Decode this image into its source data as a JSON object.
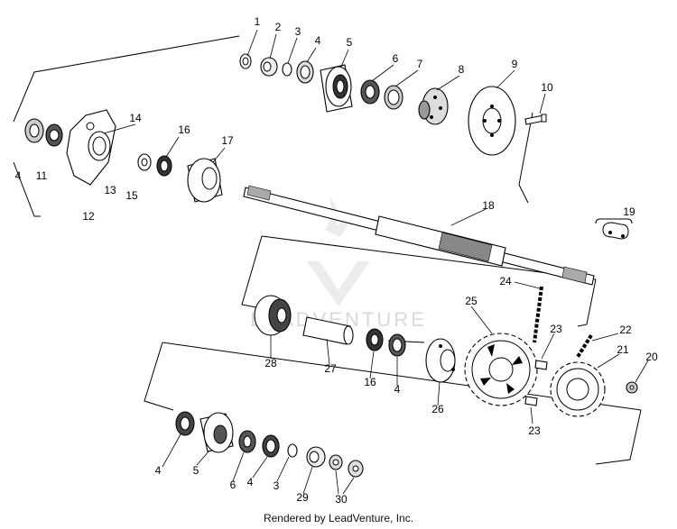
{
  "watermark": "LEADVENTURE",
  "credit": "Rendered by LeadVenture, Inc.",
  "callouts": [
    {
      "id": "c1",
      "label": "1"
    },
    {
      "id": "c2",
      "label": "2"
    },
    {
      "id": "c3",
      "label": "3"
    },
    {
      "id": "c4",
      "label": "4"
    },
    {
      "id": "c5",
      "label": "5"
    },
    {
      "id": "c6",
      "label": "6"
    },
    {
      "id": "c7",
      "label": "7"
    },
    {
      "id": "c8",
      "label": "8"
    },
    {
      "id": "c9",
      "label": "9"
    },
    {
      "id": "c10",
      "label": "10"
    },
    {
      "id": "c4b",
      "label": "4"
    },
    {
      "id": "c11",
      "label": "11"
    },
    {
      "id": "c12",
      "label": "12"
    },
    {
      "id": "c13",
      "label": "13"
    },
    {
      "id": "c14",
      "label": "14"
    },
    {
      "id": "c15",
      "label": "15"
    },
    {
      "id": "c16",
      "label": "16"
    },
    {
      "id": "c17",
      "label": "17"
    },
    {
      "id": "c18",
      "label": "18"
    },
    {
      "id": "c19",
      "label": "19"
    },
    {
      "id": "c24",
      "label": "24"
    },
    {
      "id": "c25",
      "label": "25"
    },
    {
      "id": "c22",
      "label": "22"
    },
    {
      "id": "c23a",
      "label": "23"
    },
    {
      "id": "c21",
      "label": "21"
    },
    {
      "id": "c20",
      "label": "20"
    },
    {
      "id": "c28",
      "label": "28"
    },
    {
      "id": "c27",
      "label": "27"
    },
    {
      "id": "c16b",
      "label": "16"
    },
    {
      "id": "c4c",
      "label": "4"
    },
    {
      "id": "c26",
      "label": "26"
    },
    {
      "id": "c23b",
      "label": "23"
    },
    {
      "id": "c4d",
      "label": "4"
    },
    {
      "id": "c5b",
      "label": "5"
    },
    {
      "id": "c6b",
      "label": "6"
    },
    {
      "id": "c4e",
      "label": "4"
    },
    {
      "id": "c3b",
      "label": "3"
    },
    {
      "id": "c29",
      "label": "29"
    },
    {
      "id": "c30",
      "label": "30"
    }
  ]
}
